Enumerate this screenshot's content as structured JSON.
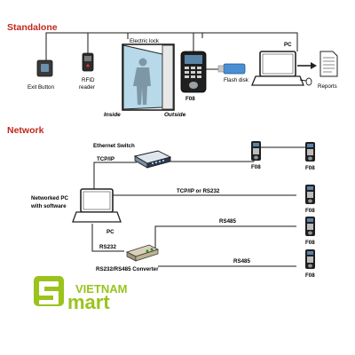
{
  "sections": {
    "standalone": "Standalone",
    "network": "Network"
  },
  "standalone": {
    "exit_button": "Exit Button",
    "rfid_reader_line1": "RFID",
    "rfid_reader_line2": "reader",
    "electric_lock": "Electric lock",
    "inside": "Inside",
    "outside": "Outside",
    "device": "F08",
    "flash_disk": "Flash disk",
    "pc": "PC",
    "reports": "Reports"
  },
  "network": {
    "ethernet_switch": "Ethernet Switch",
    "tcp_ip": "TCP/IP",
    "networked_pc_line1": "Networked PC",
    "networked_pc_line2": "with software",
    "pc": "PC",
    "rs232": "RS232",
    "converter": "RS232/RS485 Converter",
    "tcp_or_rs232": "TCP/IP or RS232",
    "rs485_a": "RS485",
    "rs485_b": "RS485",
    "devices": [
      "F08",
      "F08",
      "F08",
      "F08",
      "F08"
    ]
  },
  "logo": {
    "top_text": "VIETNAM",
    "bottom_text": "mart",
    "mark_letter": "S",
    "primary_color": "#9ac31c",
    "accent_color": "#7fa516"
  }
}
